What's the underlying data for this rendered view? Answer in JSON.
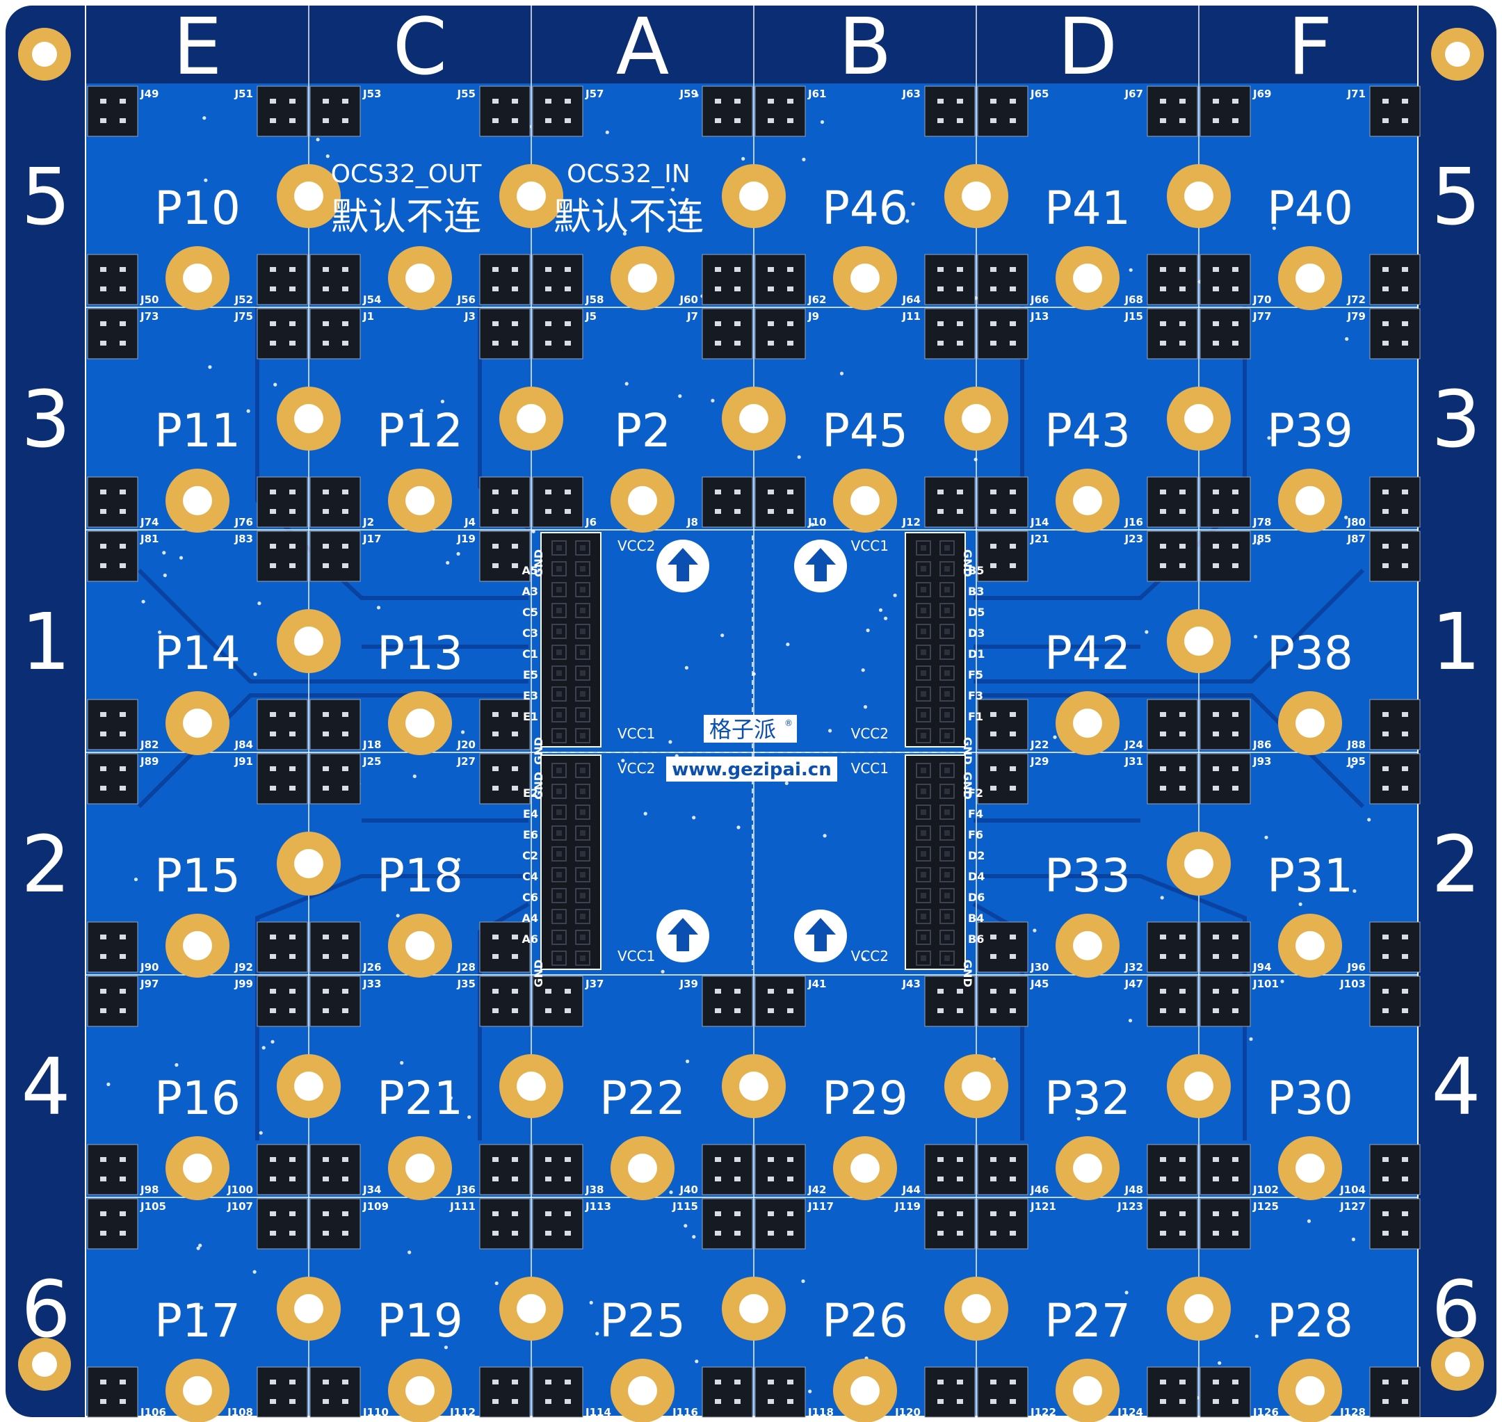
{
  "columns": [
    "E",
    "C",
    "A",
    "B",
    "D",
    "F"
  ],
  "rows": [
    "5",
    "3",
    "1",
    "2",
    "4",
    "6"
  ],
  "cells": [
    [
      "P10",
      "",
      "",
      "P46",
      "P41",
      "P40"
    ],
    [
      "P11",
      "P12",
      "P2",
      "P45",
      "P43",
      "P39"
    ],
    [
      "P14",
      "P13",
      "",
      "",
      "P42",
      "P38"
    ],
    [
      "P15",
      "P18",
      "",
      "",
      "P33",
      "P31"
    ],
    [
      "P16",
      "P21",
      "P22",
      "P29",
      "P32",
      "P30"
    ],
    [
      "P17",
      "P19",
      "P25",
      "P26",
      "P27",
      "P28"
    ]
  ],
  "row5_notes": {
    "c_title": "OCS32_OUT",
    "c_note": "默认不连",
    "a_title": "OCS32_IN",
    "a_note": "默认不连"
  },
  "connectors": {
    "top_left": [
      [
        "J49",
        "J51"
      ],
      [
        "J53",
        "J55"
      ],
      [
        "J57",
        "J59"
      ],
      [
        "J61",
        "J63"
      ],
      [
        "J65",
        "J67"
      ],
      [
        "J69",
        "J71"
      ]
    ],
    "row5_bottom": [
      [
        "J50",
        "J52"
      ],
      [
        "J54",
        "J56"
      ],
      [
        "J58",
        "J60"
      ],
      [
        "J62",
        "J64"
      ],
      [
        "J66",
        "J68"
      ],
      [
        "J70",
        "J72"
      ]
    ],
    "row3_top": [
      [
        "J73",
        "J75"
      ],
      [
        "J1",
        "J3"
      ],
      [
        "J5",
        "J7"
      ],
      [
        "J9",
        "J11"
      ],
      [
        "J13",
        "J15"
      ],
      [
        "J77",
        "J79"
      ]
    ],
    "row3_bottom": [
      [
        "J74",
        "J76"
      ],
      [
        "J2",
        "J4"
      ],
      [
        "J6",
        "J8"
      ],
      [
        "J10",
        "J12"
      ],
      [
        "J14",
        "J16"
      ],
      [
        "J78",
        "J80"
      ]
    ],
    "row1_top": [
      [
        "J81",
        "J83"
      ],
      [
        "J17",
        "J19"
      ],
      [
        "",
        ""
      ],
      [
        "",
        ""
      ],
      [
        "J21",
        "J23"
      ],
      [
        "J85",
        "J87"
      ]
    ],
    "row1_bottom": [
      [
        "J82",
        "J84"
      ],
      [
        "J18",
        "J20"
      ],
      [
        "",
        ""
      ],
      [
        "",
        ""
      ],
      [
        "J22",
        "J24"
      ],
      [
        "J86",
        "J88"
      ]
    ],
    "row2_top": [
      [
        "J89",
        "J91"
      ],
      [
        "J25",
        "J27"
      ],
      [
        "",
        ""
      ],
      [
        "",
        ""
      ],
      [
        "J29",
        "J31"
      ],
      [
        "J93",
        "J95"
      ]
    ],
    "row2_bottom": [
      [
        "J90",
        "J92"
      ],
      [
        "J26",
        "J28"
      ],
      [
        "",
        ""
      ],
      [
        "",
        ""
      ],
      [
        "J30",
        "J32"
      ],
      [
        "J94",
        "J96"
      ]
    ],
    "row4_top": [
      [
        "J97",
        "J99"
      ],
      [
        "J33",
        "J35"
      ],
      [
        "J37",
        "J39"
      ],
      [
        "J41",
        "J43"
      ],
      [
        "J45",
        "J47"
      ],
      [
        "J101",
        "J103"
      ]
    ],
    "row4_bottom": [
      [
        "J98",
        "J100"
      ],
      [
        "J34",
        "J36"
      ],
      [
        "J38",
        "J40"
      ],
      [
        "J42",
        "J44"
      ],
      [
        "J46",
        "J48"
      ],
      [
        "J102",
        "J104"
      ]
    ],
    "row6_top": [
      [
        "J105",
        "J107"
      ],
      [
        "J109",
        "J111"
      ],
      [
        "J113",
        "J115"
      ],
      [
        "J117",
        "J119"
      ],
      [
        "J121",
        "J123"
      ],
      [
        "J125",
        "J127"
      ]
    ],
    "row6_bottom": [
      [
        "J106",
        "J108"
      ],
      [
        "J110",
        "J112"
      ],
      [
        "J114",
        "J116"
      ],
      [
        "J118",
        "J120"
      ],
      [
        "J122",
        "J124"
      ],
      [
        "J126",
        "J128"
      ]
    ]
  },
  "headers": {
    "left_top": {
      "vcc_top": "VCC2",
      "vcc_bottom": "VCC1",
      "pins": [
        "GND",
        "A5",
        "A3",
        "C5",
        "C3",
        "C1",
        "E5",
        "E3",
        "E1",
        "GND"
      ]
    },
    "right_top": {
      "vcc_top": "VCC1",
      "vcc_bottom": "VCC2",
      "pins": [
        "GND",
        "B5",
        "B3",
        "D5",
        "D3",
        "D1",
        "F5",
        "F3",
        "F1",
        "GND"
      ]
    },
    "left_bottom": {
      "vcc_top": "VCC2",
      "vcc_bottom": "VCC1",
      "pins": [
        "GND",
        "E2",
        "E4",
        "E6",
        "C2",
        "C4",
        "C6",
        "A4",
        "A6",
        "GND"
      ]
    },
    "right_bottom": {
      "vcc_top": "VCC1",
      "vcc_bottom": "VCC2",
      "pins": [
        "GND",
        "F2",
        "F4",
        "F6",
        "D2",
        "D4",
        "D6",
        "B4",
        "B6",
        "GND"
      ]
    }
  },
  "brand": {
    "name": "格子派",
    "mark": "®",
    "url": "www.gezipai.cn"
  },
  "colors": {
    "board": "#0a5fcb",
    "frame": "#0b2d73",
    "pad": "#e5b24f",
    "silk": "#ffffff"
  }
}
